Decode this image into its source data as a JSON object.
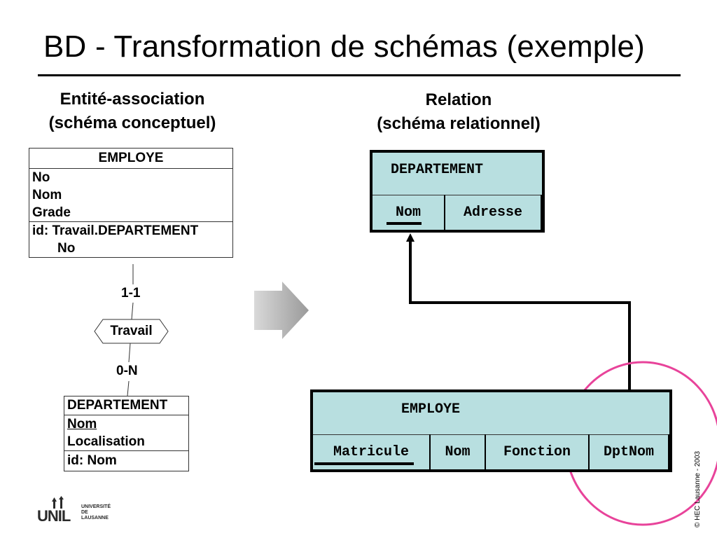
{
  "slide": {
    "title": "BD - Transformation de schémas (exemple)",
    "copyright": "© HEC Lausanne - 2003"
  },
  "left_panel": {
    "heading_line1": "Entité-association",
    "heading_line2": "(schéma conceptuel)",
    "entity_employe": {
      "name": "EMPLOYE",
      "attributes": [
        "No",
        "Nom",
        "Grade"
      ],
      "id_line1": "id: Travail.DEPARTEMENT",
      "id_line2": "No"
    },
    "relationship": {
      "name": "Travail",
      "card_top": "1-1",
      "card_bottom": "0-N"
    },
    "entity_departement": {
      "name": "DEPARTEMENT",
      "attributes": [
        "Nom",
        "Localisation"
      ],
      "id_line": "id: Nom"
    }
  },
  "right_panel": {
    "heading_line1": "Relation",
    "heading_line2": "(schéma relationnel)",
    "table_departement": {
      "name": "DEPARTEMENT",
      "columns": [
        "Nom",
        "Adresse"
      ],
      "primary_key": "Nom"
    },
    "table_employe": {
      "name": "EMPLOYE",
      "columns": [
        "Matricule",
        "Nom",
        "Fonction",
        "DptNom"
      ],
      "primary_key": "Matricule",
      "foreign_key": "DptNom"
    }
  },
  "logo": {
    "mark": "UNIL",
    "line1": "UNIVERSITÉ",
    "line2": "DE",
    "line3": "LAUSANNE"
  },
  "colors": {
    "table_fill": "#b8dfe0",
    "highlight_circle": "#e8439a",
    "arrow_gray": "#a6a6a6"
  }
}
